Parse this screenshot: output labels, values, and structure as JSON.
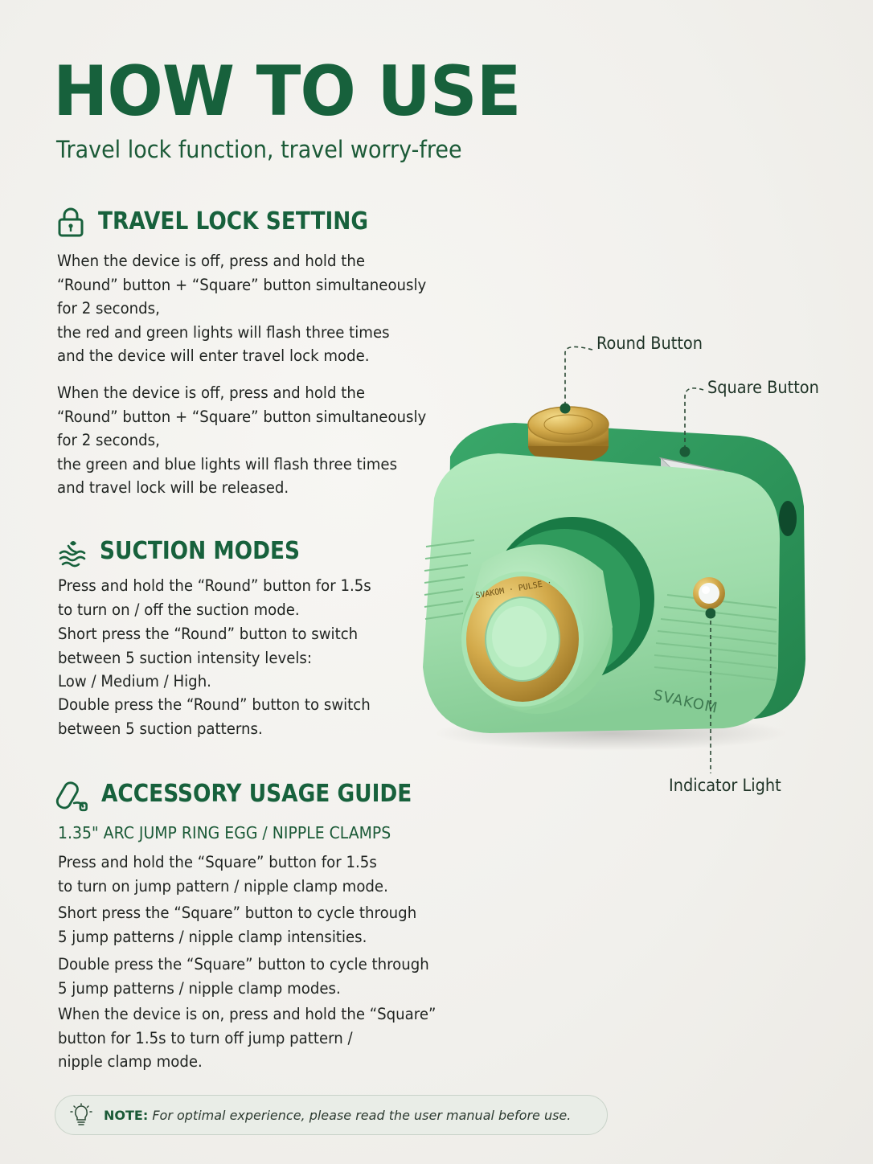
{
  "header": {
    "title": "HOW TO USE",
    "subtitle": "Travel lock function, travel worry-free"
  },
  "sections": {
    "travel_lock": {
      "icon": "padlock-icon",
      "heading": "TRAVEL LOCK SETTING",
      "paragraphs": [
        "When the device is off, press and hold the\n“Round” button + “Square” button simultaneously\nfor 2 seconds,\nthe red and green lights will flash three times\nand the device will enter travel lock mode.",
        "When the device is off, press and hold the\n“Round” button + “Square” button simultaneously\nfor 2 seconds,\nthe green and blue lights will flash three times\nand travel lock will be released."
      ]
    },
    "suction": {
      "icon": "suction-waves-icon",
      "heading": "SUCTION MODES",
      "paragraphs": [
        "Press and hold the “Round” button for 1.5s\nto turn on / off the suction mode.",
        "Short press the “Round” button to switch\nbetween 5 suction intensity levels:\nLow / Medium / High.",
        "Double press the “Round” button to switch\nbetween 5 suction patterns."
      ]
    },
    "accessory": {
      "icon": "accessory-egg-icon",
      "heading": "ACCESSORY USAGE GUIDE",
      "subheading": "1.35\" ARC JUMP RING EGG / NIPPLE CLAMPS",
      "paragraphs": [
        "Press and hold the “Square” button for 1.5s\nto turn on jump pattern / nipple clamp mode.",
        "Short press the “Square” button to cycle through\n5 jump patterns / nipple clamp intensities.",
        "Double press the “Square” button to cycle through\n5 jump patterns / nipple clamp modes.",
        "When the device is on, press and hold the “Square”\nbutton for 1.5s to turn off jump pattern /\nnipple clamp mode."
      ]
    }
  },
  "device": {
    "brand": "SVAKOM",
    "lens_ring_text": "SVAKOM · PULSE ·",
    "callouts": {
      "round": "Round Button",
      "square": "Square Button",
      "indicator": "Indicator Light"
    }
  },
  "note": {
    "icon": "lightbulb-icon",
    "label": "NOTE:",
    "text": "For optimal experience, please read the user manual before use."
  },
  "colors": {
    "brand_green": "#17613c",
    "body_light": "#9edca9",
    "body_dark": "#2e9a5c",
    "gold": "#c9a046"
  }
}
